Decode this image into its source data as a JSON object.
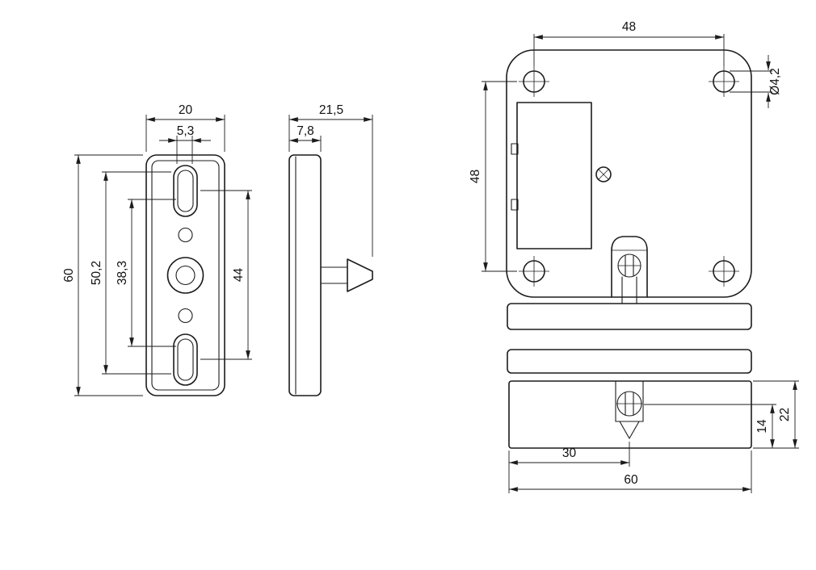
{
  "drawing": {
    "background": "#ffffff",
    "line_color": "#1c1c1c",
    "views": {
      "front": {
        "dims": {
          "width": "20",
          "slot_width": "5,3",
          "height": "60",
          "slot_outer_length": "50,2",
          "slot_inner_length": "38,3",
          "slot_center_distance": "44"
        }
      },
      "side": {
        "dims": {
          "total_depth": "21,5",
          "plate_thickness": "7,8"
        }
      },
      "back": {
        "dims": {
          "hole_pitch_horizontal": "48",
          "hole_pitch_vertical": "48",
          "hole_diameter": "Ø4,2",
          "pin_to_bottom": "14",
          "body_height": "22",
          "pin_offset": "30",
          "body_width": "60"
        }
      }
    }
  }
}
